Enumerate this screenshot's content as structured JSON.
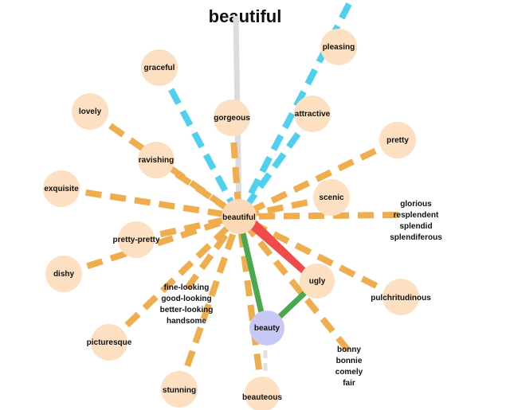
{
  "title": "beautiful",
  "colors": {
    "node": "#fde0c2",
    "center_node": "#fcd9b6",
    "beauty_node": "#c8c8f4",
    "similar_link": "#f0ad4e",
    "also_link": "#4fd0ee",
    "antonym_link": "#f04b4b",
    "derived_link": "#4aa84e",
    "related_link": "#dddddd"
  },
  "center": {
    "label": "beautiful"
  },
  "nodes": [
    {
      "label": "graceful"
    },
    {
      "label": "pleasing"
    },
    {
      "label": "lovely"
    },
    {
      "label": "gorgeous"
    },
    {
      "label": "attractive"
    },
    {
      "label": "pretty"
    },
    {
      "label": "ravishing"
    },
    {
      "label": "exquisite"
    },
    {
      "label": "scenic"
    },
    {
      "label": "pretty-pretty"
    },
    {
      "label": "dishy"
    },
    {
      "label": "ugly"
    },
    {
      "label": "pulchritudinous"
    },
    {
      "label": "beauty"
    },
    {
      "label": "picturesque"
    },
    {
      "label": "stunning"
    },
    {
      "label": "beauteous"
    }
  ],
  "word_groups": [
    {
      "words": [
        "glorious",
        "resplendent",
        "splendid",
        "splendiferous"
      ]
    },
    {
      "words": [
        "fine-looking",
        "good-looking",
        "better-looking",
        "handsome"
      ]
    },
    {
      "words": [
        "bonny",
        "bonnie",
        "comely",
        "fair"
      ]
    }
  ]
}
